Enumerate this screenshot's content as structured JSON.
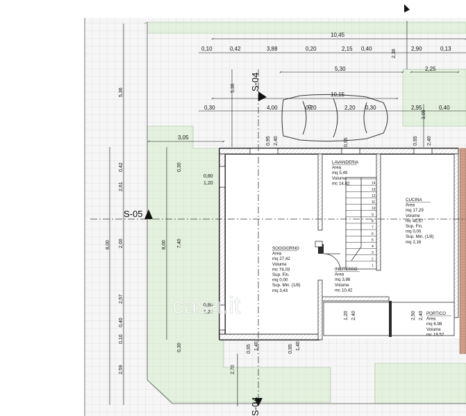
{
  "dimensions": {
    "top_overall": "10,45",
    "top_row": [
      "0,10",
      "0,42",
      "3,88",
      "0,20",
      "2,15",
      "0,40",
      "2,36",
      "2,90",
      "0,13"
    ],
    "garage_width": "5,30",
    "right_top": "2,25",
    "mid_overall": "10,15",
    "mid_row": [
      "0,30",
      "4,00",
      "0,20",
      "2,20",
      "0,30",
      "2,95",
      "0,40"
    ],
    "vertical_536": "5,36",
    "vertical_536_b": "5,36",
    "left_305": "3,05",
    "left_vertical": [
      "0,42",
      "2,61",
      "2,00",
      "2,57",
      "0,40",
      "0,10",
      "2,59"
    ],
    "left_800": "8,00",
    "inner_800": "8,00",
    "inner_740": "7,40",
    "inner_030_top": "0,30",
    "inner_030_bot": "0,30",
    "window_080_top": "0,80",
    "window_120_top": "1,20",
    "window_080_bot": "0,80",
    "window_120_bot": "1,20",
    "top_095_a": "0,95",
    "top_240_a": "2,40",
    "top_095_b": "0,95",
    "top_240_b": "2,40",
    "top_305_right": "3,05",
    "bot_095_a": "0,95",
    "bot_140_a": "1,40",
    "bot_095_b": "0,95",
    "bot_140_b": "1,40",
    "bot_270": "2,70",
    "portico_120": "1,20",
    "portico_240": "2,40",
    "portico_250": "2,50",
    "portico_240_b": "2,40"
  },
  "sections": {
    "s04_top": "S-04",
    "s04_bottom": "S-04",
    "s05": "S-05"
  },
  "rooms": {
    "lavanderia": [
      "LAVANDERIA",
      "Area",
      "mq 5,49",
      "Volume",
      "mc 14,82"
    ],
    "cucina": [
      "CUCINA",
      "Area",
      "mq 17,29",
      "Volume",
      "mc 46,67",
      "Sup. Fin.",
      "mq 0,00",
      "Sup. Min. (1/8)",
      "mq 2,16"
    ],
    "soggiorno": [
      "SOGGIORNO",
      "Area",
      "mq 27,42",
      "Volume",
      "mc 74,03",
      "Sup. Fin.",
      "mq 0,00",
      "Sup. Min. (1/8)",
      "mq 3,43"
    ],
    "ingresso": [
      "INGRESSO",
      "Area",
      "mq 3,86",
      "Volume",
      "mc 10,42"
    ],
    "portico": [
      "PORTICO",
      "Area",
      "mq 6,98",
      "Volume",
      "mc 19,57"
    ]
  },
  "stair_steps": [
    "14",
    "13",
    "12",
    "11",
    "10",
    "9",
    "8",
    "7",
    "6",
    "5",
    "4",
    "3",
    "2",
    "1"
  ],
  "watermark": "casa.it",
  "colors": {
    "paving": "#f6f6f6",
    "paving_line": "#c8c8c8",
    "lawn": "#e3f0de",
    "lawn_line": "#bcd7b5",
    "wall": "#2b2b2b",
    "brick": "#c99a86",
    "dimension": "#111111"
  }
}
